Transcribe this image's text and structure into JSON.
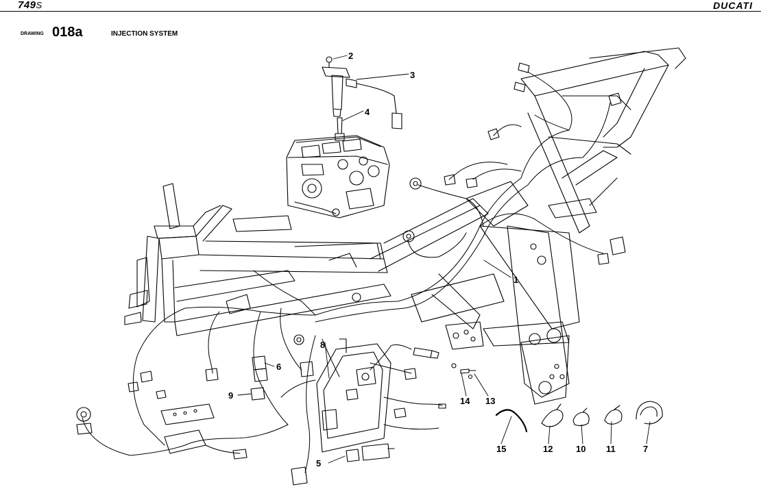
{
  "header": {
    "model": "749",
    "model_suffix": "S",
    "brand": "DUCATI",
    "drawing_label": "DRAWING",
    "drawing_number": "018a",
    "drawing_title": "INJECTION SYSTEM"
  },
  "callouts": [
    "1",
    "2",
    "3",
    "4",
    "5",
    "6",
    "7",
    "8",
    "9",
    "10",
    "11",
    "12",
    "13",
    "14",
    "15"
  ]
}
